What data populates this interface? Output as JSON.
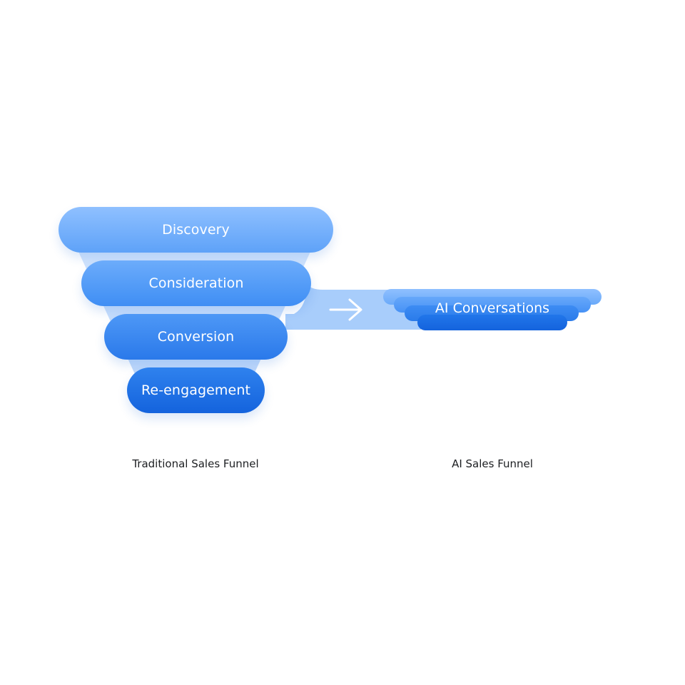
{
  "traditional_funnel": {
    "stages": [
      {
        "label": "Discovery"
      },
      {
        "label": "Consideration"
      },
      {
        "label": "Conversion"
      },
      {
        "label": "Re-engagement"
      }
    ],
    "caption": "Traditional Sales Funnel"
  },
  "ai_funnel": {
    "label": "AI Conversations",
    "caption": "AI Sales Funnel"
  },
  "icons": {
    "connector": "right-arrow-icon"
  },
  "colors": {
    "funnel_light": "#8fc0ff",
    "funnel_mid": "#4e98f6",
    "funnel_dark": "#1463dd",
    "funnel_body": "#c9dffc",
    "connector_band": "#a8cdfb",
    "text_on_blue": "#ffffff",
    "caption_text": "#1c1e21"
  }
}
